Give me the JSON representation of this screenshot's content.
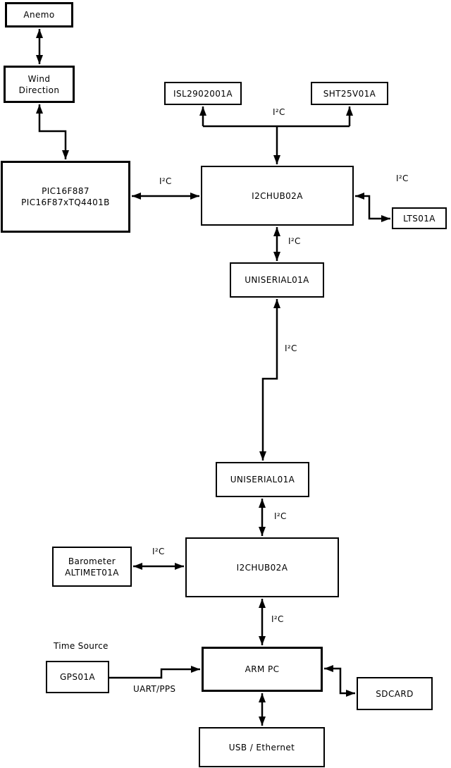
{
  "diagram": {
    "type": "block-diagram",
    "background_color": "#ffffff",
    "line_color": "#000000",
    "box_fill_color": "#ffffff",
    "blocks": {
      "anemo": {
        "label": "Anemo"
      },
      "wind_direction": {
        "label": "Wind\nDirection"
      },
      "pic": {
        "label": "PIC16F887\nPIC16F87xTQ4401B"
      },
      "isl": {
        "label": "ISL2902001A"
      },
      "sht": {
        "label": "SHT25V01A"
      },
      "i2chub1": {
        "label": "I2CHUB02A"
      },
      "lts": {
        "label": "LTS01A"
      },
      "uniserial1": {
        "label": "UNISERIAL01A"
      },
      "uniserial2": {
        "label": "UNISERIAL01A"
      },
      "barometer": {
        "label": "Barometer\nALTIMET01A"
      },
      "gps": {
        "label": "GPS01A"
      },
      "armpc": {
        "label": "ARM PC"
      },
      "sdcard": {
        "label": "SDCARD"
      },
      "usb_ethernet": {
        "label": "USB / Ethernet"
      }
    },
    "edge_labels": {
      "hub1_sensors": "I²C",
      "pic_hub1": "I²C",
      "hub1_lts": "I²C",
      "hub1_uniserial1": "I²C",
      "uniserial_link": "I²C",
      "uniserial2_hub2": "I²C",
      "barometer_hub2": "I²C",
      "hub2_armpc": "I²C",
      "gps_armpc": "UART/PPS",
      "time_source": "Time Source"
    },
    "connections": [
      {
        "from": "Anemo",
        "to": "Wind Direction",
        "label": "",
        "direction": "bidirectional"
      },
      {
        "from": "Wind Direction",
        "to": "PIC16F887 PIC16F87xTQ4401B",
        "label": "",
        "direction": "bidirectional"
      },
      {
        "from": "PIC16F887 PIC16F87xTQ4401B",
        "to": "I2CHUB02A (upper)",
        "label": "I²C",
        "direction": "bidirectional"
      },
      {
        "from": "I2CHUB02A (upper)",
        "to": "ISL2902001A",
        "label": "I²C",
        "direction": "to"
      },
      {
        "from": "I2CHUB02A (upper)",
        "to": "SHT25V01A",
        "label": "I²C",
        "direction": "to"
      },
      {
        "from": "I2CHUB02A (upper)",
        "to": "LTS01A",
        "label": "I²C",
        "direction": "bidirectional"
      },
      {
        "from": "I2CHUB02A (upper)",
        "to": "UNISERIAL01A (upper)",
        "label": "I²C",
        "direction": "bidirectional"
      },
      {
        "from": "UNISERIAL01A (upper)",
        "to": "UNISERIAL01A (lower)",
        "label": "I²C",
        "direction": "bidirectional"
      },
      {
        "from": "UNISERIAL01A (lower)",
        "to": "I2CHUB02A (lower)",
        "label": "I²C",
        "direction": "bidirectional"
      },
      {
        "from": "Barometer ALTIMET01A",
        "to": "I2CHUB02A (lower)",
        "label": "I²C",
        "direction": "bidirectional"
      },
      {
        "from": "I2CHUB02A (lower)",
        "to": "ARM PC",
        "label": "I²C",
        "direction": "bidirectional"
      },
      {
        "from": "GPS01A",
        "to": "ARM PC",
        "label": "UART/PPS",
        "direction": "to"
      },
      {
        "from": "ARM PC",
        "to": "SDCARD",
        "label": "",
        "direction": "bidirectional"
      },
      {
        "from": "ARM PC",
        "to": "USB / Ethernet",
        "label": "",
        "direction": "bidirectional"
      }
    ]
  }
}
